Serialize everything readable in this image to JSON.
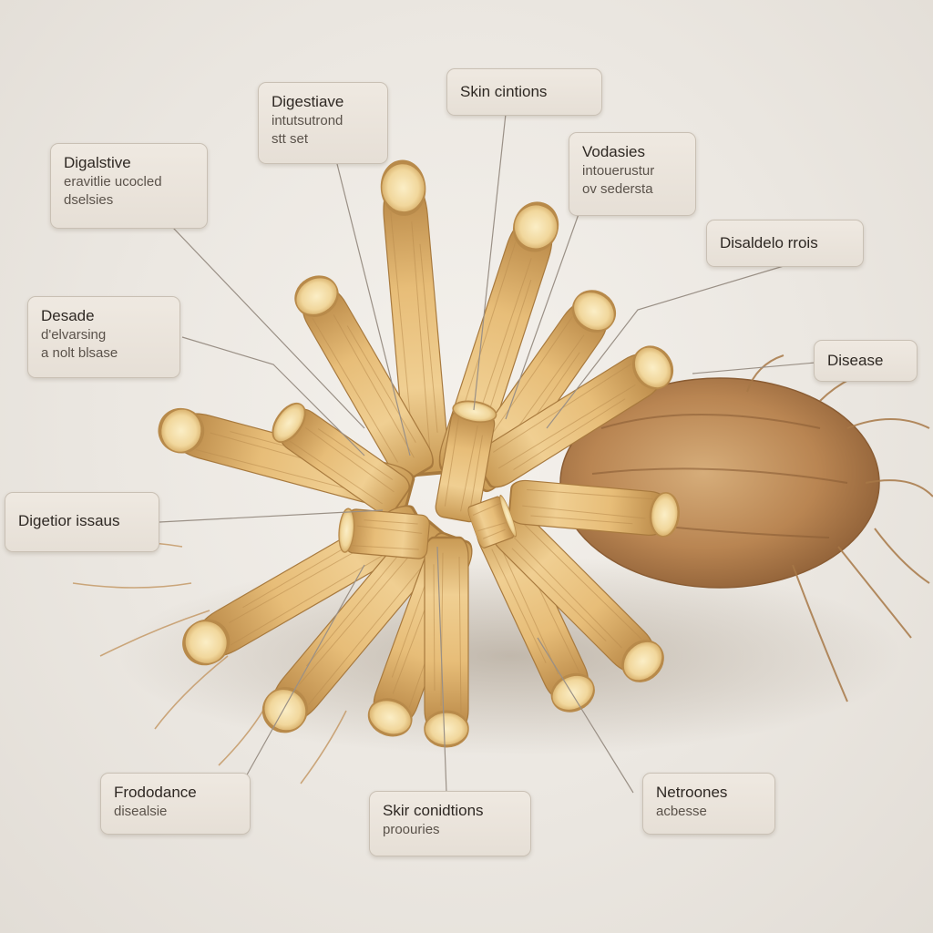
{
  "labels": [
    {
      "id": "digestive-top",
      "lines": [
        "Digestiave",
        "intutsutrond",
        "stt set"
      ]
    },
    {
      "id": "skin-top",
      "lines": [
        "Skin cintions"
      ]
    },
    {
      "id": "vodasies",
      "lines": [
        "Vodasies",
        "intouerustur",
        "ov sedersta"
      ]
    },
    {
      "id": "digalstive",
      "lines": [
        "Digalstive",
        "eravitlie ucocled",
        "dselsies"
      ]
    },
    {
      "id": "disaldeloroois",
      "lines": [
        "Disaldelo rrois"
      ]
    },
    {
      "id": "desade",
      "lines": [
        "Desade",
        "d'elvarsing",
        "a nolt blsase"
      ]
    },
    {
      "id": "disease-right",
      "lines": [
        "Disease"
      ]
    },
    {
      "id": "digestion-issues",
      "lines": [
        "Digetior issaus"
      ]
    },
    {
      "id": "frododance",
      "lines": [
        "Frododance",
        "disealsie"
      ]
    },
    {
      "id": "skin-bottom",
      "lines": [
        "Skir conidtions",
        "proouries"
      ]
    },
    {
      "id": "netroones",
      "lines": [
        "Netroones",
        "acbesse"
      ]
    }
  ]
}
